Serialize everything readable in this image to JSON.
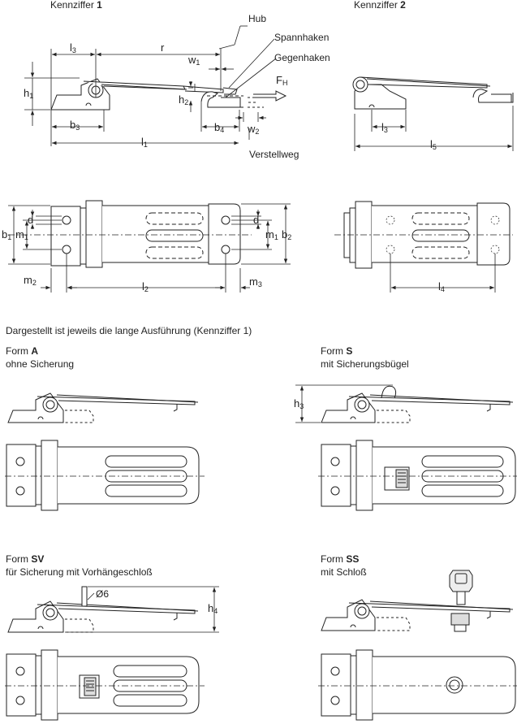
{
  "headers": {
    "kz1_prefix": "Kennziffer ",
    "kz1_num": "1",
    "kz2_prefix": "Kennziffer ",
    "kz2_num": "2"
  },
  "callouts": {
    "hub": "Hub",
    "spannhaken": "Spannhaken",
    "gegenhaken": "Gegenhaken",
    "verstellweg": "Verstellweg"
  },
  "dims": {
    "l3a": "l",
    "l3a_sub": "3",
    "r": "r",
    "w1": "w",
    "w1_sub": "1",
    "h1": "h",
    "h1_sub": "1",
    "h2": "h",
    "h2_sub": "2",
    "fh": "F",
    "fh_sub": "H",
    "b3": "b",
    "b3_sub": "3",
    "b4": "b",
    "b4_sub": "4",
    "w2": "w",
    "w2_sub": "2",
    "l1": "l",
    "l1_sub": "1",
    "l3b": "l",
    "l3b_sub": "3",
    "l5": "l",
    "l5_sub": "5",
    "b1a": "b",
    "b1a_sub": "1",
    "m1a": "m",
    "m1a_sub": "1",
    "da": "d",
    "db": "d",
    "m1b": "m",
    "m1b_sub": "1",
    "b2": "b",
    "b2_sub": "2",
    "m2": "m",
    "m2_sub": "2",
    "l2": "l",
    "l2_sub": "2",
    "m3": "m",
    "m3_sub": "3",
    "l4": "l",
    "l4_sub": "4",
    "h3": "h",
    "h3_sub": "3",
    "h4": "h",
    "h4_sub": "4",
    "d6": "Ø6"
  },
  "note": "Dargestellt ist jeweils die lange Ausführung (Kennziffer 1)",
  "forms": {
    "a_prefix": "Form ",
    "a_code": "A",
    "a_desc": "ohne Sicherung",
    "s_prefix": "Form ",
    "s_code": "S",
    "s_desc": "mit Sicherungsbügel",
    "sv_prefix": "Form ",
    "sv_code": "SV",
    "sv_desc": "für Sicherung mit Vorhängeschloß",
    "ss_prefix": "Form ",
    "ss_code": "SS",
    "ss_desc": "mit Schloß"
  }
}
